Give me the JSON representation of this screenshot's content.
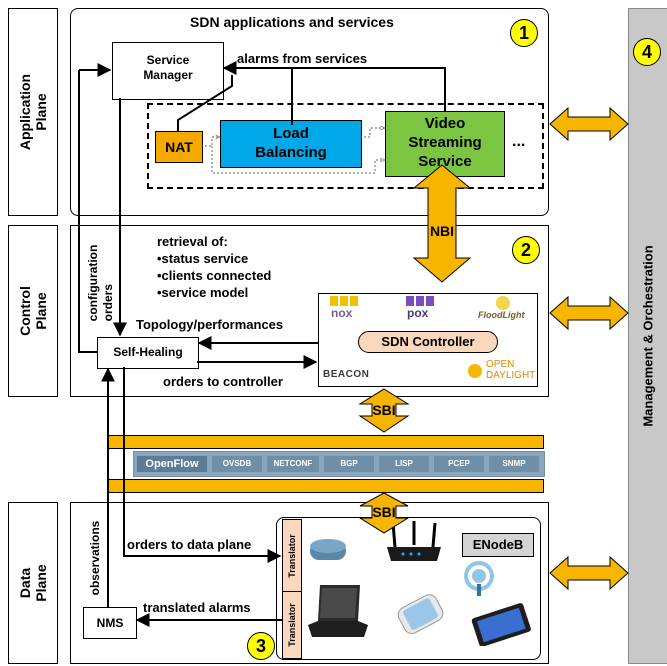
{
  "planes": {
    "application": "Application\nPlane",
    "control": "Control\nPlane",
    "data": "Data\nPlane"
  },
  "app": {
    "title": "SDN applications and services",
    "service_manager": "Service\nManager",
    "alarms": "alarms from services",
    "nat": "NAT",
    "load_balancing": "Load\nBalancing",
    "video": "Video\nStreaming\nService",
    "ellipsis": "..."
  },
  "control": {
    "retrieval_title": "retrieval of:",
    "retrieval_items": [
      "•status service",
      "•clients connected",
      "•service model"
    ],
    "configuration_orders": "configuration\norders",
    "topology": "Topology/performances",
    "self_healing": "Self-Healing",
    "orders_to_controller": "orders to controller",
    "nbi": "NBI",
    "controller": {
      "title": "SDN Controller",
      "logos": [
        "nox",
        "pox",
        "FloodLight",
        "BEACON",
        "OPEN",
        "DAYLIGHT"
      ]
    }
  },
  "sbi": {
    "top": "SBI",
    "bottom": "SBI"
  },
  "protocols": [
    "OpenFlow",
    "OVSDB",
    "NETCONF",
    "BGP",
    "LISP",
    "PCEP",
    "SNMP"
  ],
  "data": {
    "observations": "observations",
    "orders_to_data_plane": "orders to data plane",
    "translated_alarms": "translated alarms",
    "nms": "NMS",
    "translator": "Translator",
    "enodeb": "ENodeB"
  },
  "management": "Management & Orchestration",
  "numbers": [
    "1",
    "2",
    "3",
    "4"
  ],
  "colors": {
    "nat": "#f5a800",
    "load_balancing": "#00a8e8",
    "video": "#7cc542",
    "arrow": "#f7b500",
    "management_bar": "#c8c8c8",
    "protocol_bar": "#6f8fa8",
    "badge": "#ffff00"
  }
}
